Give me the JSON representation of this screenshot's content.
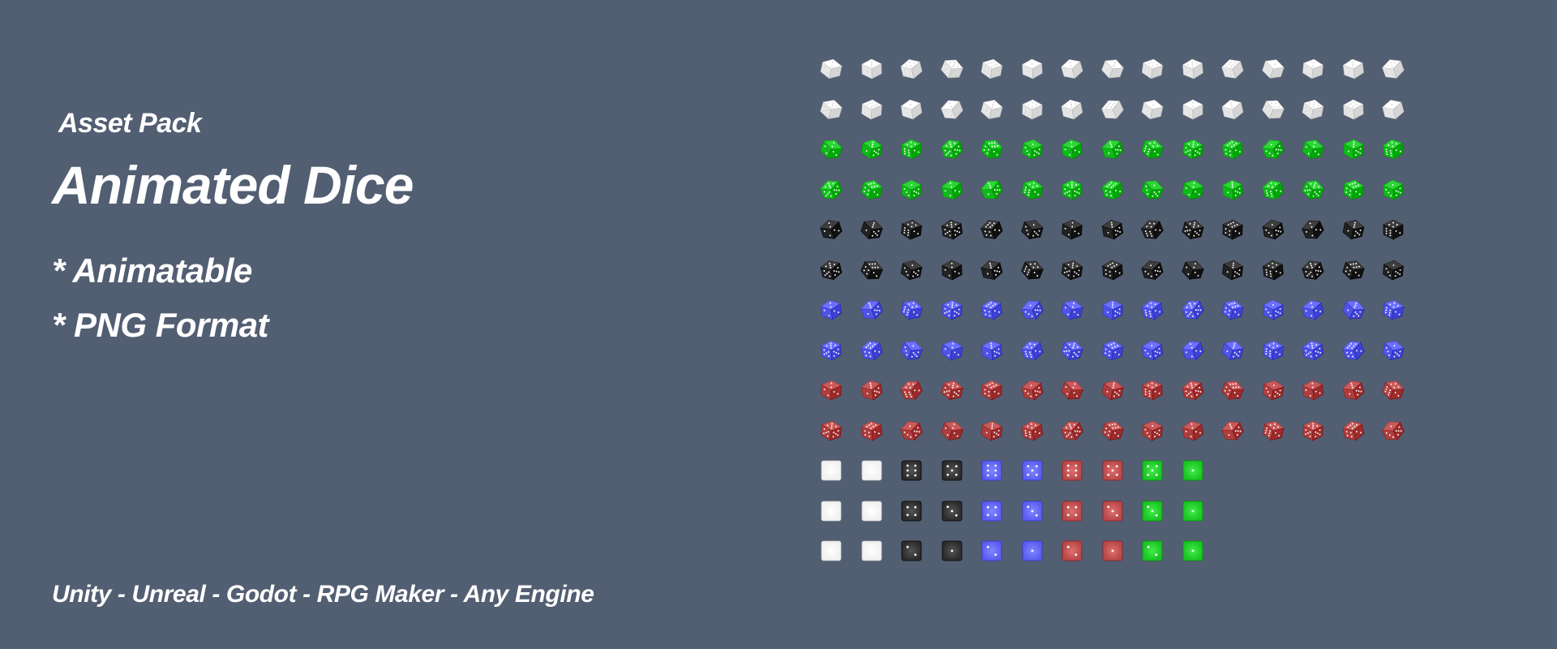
{
  "subtitle": "Asset Pack",
  "title": "Animated Dice",
  "features": [
    "* Animatable",
    "* PNG Format"
  ],
  "engines": "Unity - Unreal - Godot - RPG Maker - Any Engine",
  "colors": {
    "background": "#525e72",
    "white": "#f1f1f1",
    "green": "#19c423",
    "black": "#2c2c2c",
    "blue": "#5a5ef0",
    "red": "#b84848"
  },
  "dice_rows": [
    {
      "color": "white",
      "kind": "isometric",
      "count": 15
    },
    {
      "color": "white",
      "kind": "isometric",
      "count": 15
    },
    {
      "color": "green",
      "kind": "isometric",
      "count": 15
    },
    {
      "color": "green",
      "kind": "isometric",
      "count": 15
    },
    {
      "color": "black",
      "kind": "isometric",
      "count": 15
    },
    {
      "color": "black",
      "kind": "isometric",
      "count": 15
    },
    {
      "color": "blue",
      "kind": "isometric",
      "count": 15
    },
    {
      "color": "blue",
      "kind": "isometric",
      "count": 15
    },
    {
      "color": "red",
      "kind": "isometric",
      "count": 15
    },
    {
      "color": "red",
      "kind": "isometric",
      "count": 15
    },
    {
      "kind": "flat",
      "cells": [
        {
          "color": "white",
          "pips": 0
        },
        {
          "color": "white",
          "pips": 0
        },
        {
          "color": "black",
          "pips": 6
        },
        {
          "color": "black",
          "pips": 5
        },
        {
          "color": "blue",
          "pips": 6
        },
        {
          "color": "blue",
          "pips": 5
        },
        {
          "color": "red",
          "pips": 6
        },
        {
          "color": "red",
          "pips": 5
        },
        {
          "color": "green",
          "pips": 5
        },
        {
          "color": "green",
          "pips": 1
        }
      ]
    },
    {
      "kind": "flat",
      "cells": [
        {
          "color": "white",
          "pips": 0
        },
        {
          "color": "white",
          "pips": 0
        },
        {
          "color": "black",
          "pips": 4
        },
        {
          "color": "black",
          "pips": 3
        },
        {
          "color": "blue",
          "pips": 4
        },
        {
          "color": "blue",
          "pips": 3
        },
        {
          "color": "red",
          "pips": 4
        },
        {
          "color": "red",
          "pips": 3
        },
        {
          "color": "green",
          "pips": 3
        },
        {
          "color": "green",
          "pips": 1
        }
      ]
    },
    {
      "kind": "flat",
      "cells": [
        {
          "color": "white",
          "pips": 0
        },
        {
          "color": "white",
          "pips": 0
        },
        {
          "color": "black",
          "pips": 2
        },
        {
          "color": "black",
          "pips": 1
        },
        {
          "color": "blue",
          "pips": 2
        },
        {
          "color": "blue",
          "pips": 1
        },
        {
          "color": "red",
          "pips": 2
        },
        {
          "color": "red",
          "pips": 1
        },
        {
          "color": "green",
          "pips": 2
        },
        {
          "color": "green",
          "pips": 1
        }
      ]
    }
  ]
}
